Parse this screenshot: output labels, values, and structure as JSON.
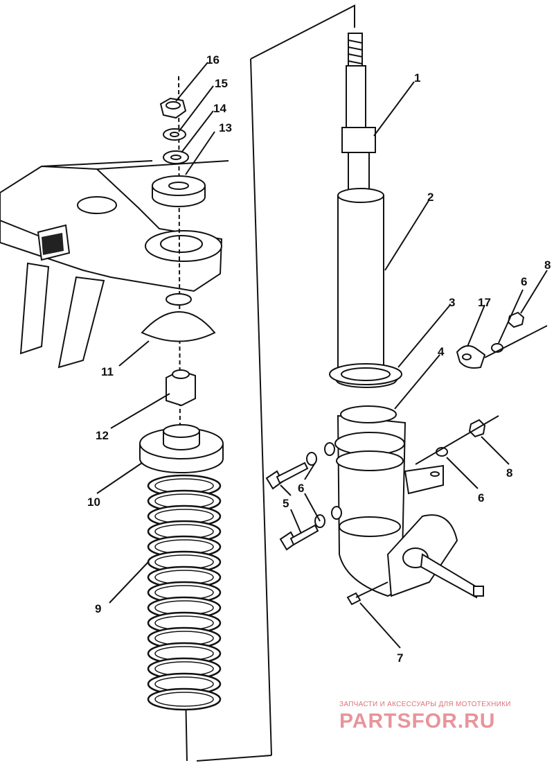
{
  "callouts": [
    {
      "id": "1",
      "label": "1"
    },
    {
      "id": "2",
      "label": "2"
    },
    {
      "id": "3",
      "label": "3"
    },
    {
      "id": "4",
      "label": "4"
    },
    {
      "id": "5",
      "label": "5"
    },
    {
      "id": "6a",
      "label": "6"
    },
    {
      "id": "6b",
      "label": "6"
    },
    {
      "id": "6c",
      "label": "6"
    },
    {
      "id": "7",
      "label": "7"
    },
    {
      "id": "8a",
      "label": "8"
    },
    {
      "id": "8b",
      "label": "8"
    },
    {
      "id": "9",
      "label": "9"
    },
    {
      "id": "10",
      "label": "10"
    },
    {
      "id": "11",
      "label": "11"
    },
    {
      "id": "12",
      "label": "12"
    },
    {
      "id": "13",
      "label": "13"
    },
    {
      "id": "14",
      "label": "14"
    },
    {
      "id": "15",
      "label": "15"
    },
    {
      "id": "16",
      "label": "16"
    },
    {
      "id": "17",
      "label": "17"
    }
  ],
  "watermark": {
    "tagline": "ЗАПЧАСТИ И АКСЕССУАРЫ ДЛЯ МОТОТЕХНИКИ",
    "logo": "PARTSFOR.RU",
    "color": "#e8949a"
  }
}
